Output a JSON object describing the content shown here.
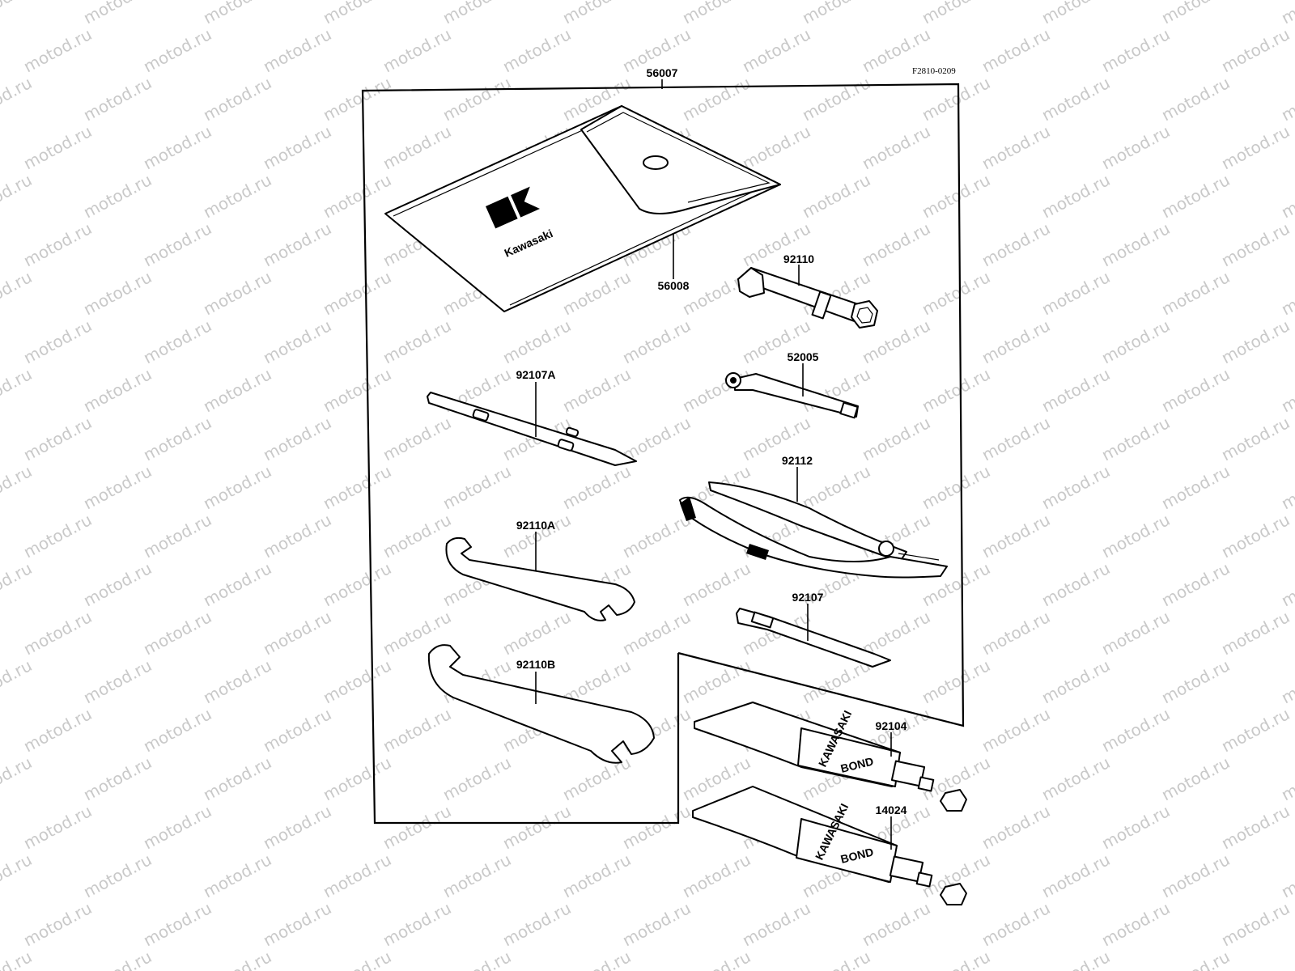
{
  "watermark": "motod.ru",
  "figure_code": "F2810-0209",
  "labels": {
    "kit": "56007",
    "bag": "56008",
    "plug_wrench": "92110",
    "handle": "52005",
    "screwdriver_a": "92107A",
    "pliers": "92112",
    "wrench_a": "92110A",
    "screwdriver": "92107",
    "wrench_b": "92110B",
    "bond_a": "92104",
    "bond_b": "14024"
  },
  "bag_brand": "Kawasaki",
  "tube_text": {
    "line1": "KAWASAKI",
    "line2": "BOND"
  }
}
